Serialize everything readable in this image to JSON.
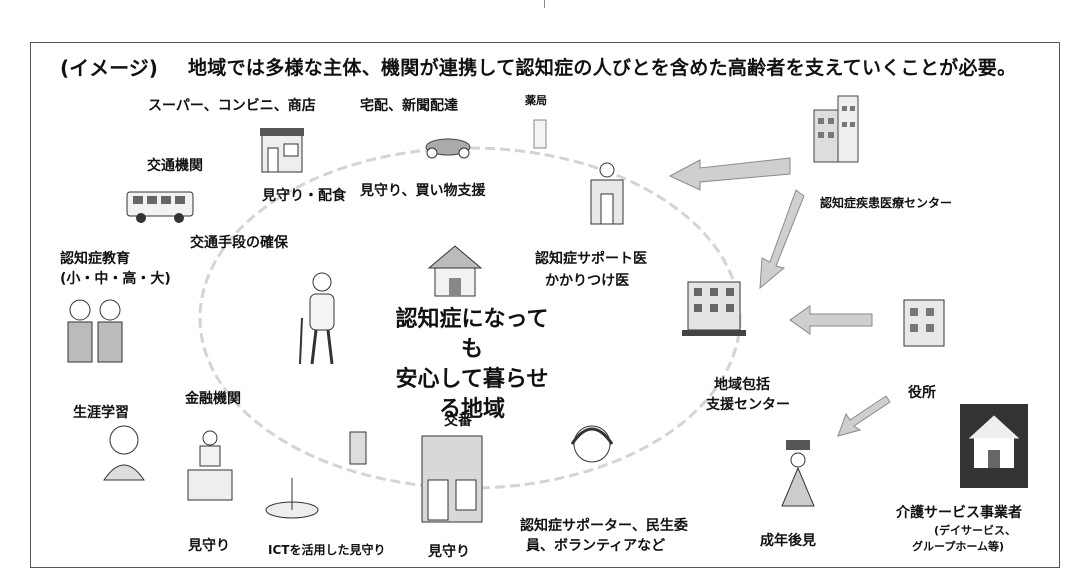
{
  "header": {
    "image_label": "(イメージ)",
    "headline": "地域では多様な主体、機関が連携して認知症の人びとを含めた高齢者を支えていくことが必要。"
  },
  "center": {
    "line1": "認知症になっても",
    "line2": "安心して暮らせる地域"
  },
  "labels": {
    "supermarket": "スーパー、コンビニ、商店",
    "delivery": "宅配、新聞配達",
    "pharmacy": "薬局",
    "transport_org": "交通機関",
    "watch_delivery": "見守り・配食",
    "watch_shopping": "見守り、買い物支援",
    "transport_means": "交通手段の確保",
    "medical_center": "認知症疾患医療センター",
    "support_doctor_1": "認知症サポート医",
    "support_doctor_2": "かかりつけ医",
    "education_1": "認知症教育",
    "education_2": "(小・中・高・大)",
    "community_center_1": "地域包括",
    "community_center_2": "支援センター",
    "city_office": "役所",
    "lifelong_learning": "生涯学習",
    "finance": "金融機関",
    "police": "交番",
    "supporters_1": "認知症サポーター、民生委",
    "supporters_2": "員、ボランティアなど",
    "guardian": "成年後見",
    "care_provider_1": "介護サービス事業者",
    "care_provider_2": "(デイサービス、",
    "care_provider_3": "グループホーム等)",
    "watch_1": "見守り",
    "watch_ict": "ICTを活用した見守り",
    "watch_2": "見守り"
  }
}
